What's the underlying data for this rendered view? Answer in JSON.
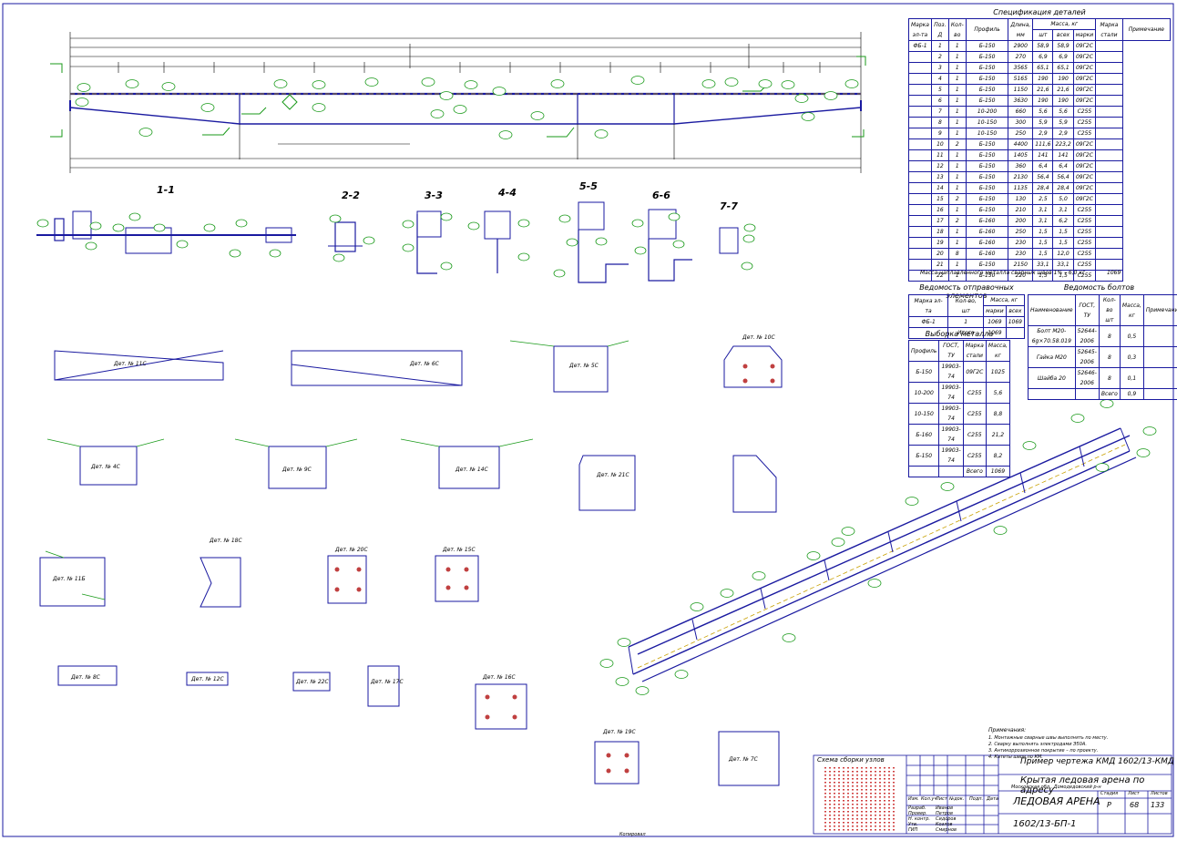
{
  "colors": {
    "line": "#1a1aa0",
    "thin": "#000000",
    "accent": "#1a9a1a",
    "hatch": "#d04040",
    "dash": "#c8a000"
  },
  "section_labels": [
    "1-1",
    "2-2",
    "3-3",
    "4-4",
    "5-5",
    "6-6",
    "7-7"
  ],
  "spec_table": {
    "title": "Спецификация деталей",
    "headers": [
      "Марка эл-та",
      "Поз. Д",
      "Кол-во",
      "Профиль",
      "Длина, мм",
      "Масса, кг",
      "Марка стали",
      "Примечание"
    ],
    "mass_sub": [
      "шт",
      "всех",
      "марки"
    ],
    "rows": [
      [
        "ФБ-1",
        "1",
        "1",
        "Б-150",
        "2900",
        "58,9",
        "58,9",
        "09Г2С"
      ],
      [
        "",
        "2",
        "1",
        "Б-150",
        "270",
        "6,9",
        "6,9",
        "09Г2С"
      ],
      [
        "",
        "3",
        "1",
        "Б-150",
        "3565",
        "65,1",
        "65,1",
        "09Г2С"
      ],
      [
        "",
        "4",
        "1",
        "Б-150",
        "5165",
        "190",
        "190",
        "09Г2С"
      ],
      [
        "",
        "5",
        "1",
        "Б-150",
        "1150",
        "21,6",
        "21,6",
        "09Г2С"
      ],
      [
        "",
        "6",
        "1",
        "Б-150",
        "3630",
        "190",
        "190",
        "09Г2С"
      ],
      [
        "",
        "7",
        "1",
        "10-200",
        "660",
        "5,6",
        "5,6",
        "С255"
      ],
      [
        "",
        "8",
        "1",
        "10-150",
        "300",
        "5,9",
        "5,9",
        "С255"
      ],
      [
        "",
        "9",
        "1",
        "10-150",
        "250",
        "2,9",
        "2,9",
        "С255"
      ],
      [
        "",
        "10",
        "2",
        "Б-150",
        "4400",
        "111,6",
        "223,2",
        "09Г2С"
      ],
      [
        "",
        "11",
        "1",
        "Б-150",
        "1405",
        "141",
        "141",
        "09Г2С"
      ],
      [
        "",
        "12",
        "1",
        "Б-150",
        "360",
        "6,4",
        "6,4",
        "09Г2С"
      ],
      [
        "",
        "13",
        "1",
        "Б-150",
        "2130",
        "56,4",
        "56,4",
        "09Г2С"
      ],
      [
        "",
        "14",
        "1",
        "Б-150",
        "1135",
        "28,4",
        "28,4",
        "09Г2С"
      ],
      [
        "",
        "15",
        "2",
        "Б-150",
        "130",
        "2,5",
        "5,0",
        "09Г2С"
      ],
      [
        "",
        "16",
        "1",
        "Б-150",
        "210",
        "3,1",
        "3,1",
        "С255"
      ],
      [
        "",
        "17",
        "2",
        "Б-160",
        "200",
        "3,1",
        "6,2",
        "С255"
      ],
      [
        "",
        "18",
        "1",
        "Б-160",
        "250",
        "1,5",
        "1,5",
        "С255"
      ],
      [
        "",
        "19",
        "1",
        "Б-160",
        "230",
        "1,5",
        "1,5",
        "С255"
      ],
      [
        "",
        "20",
        "8",
        "Б-160",
        "230",
        "1,5",
        "12,0",
        "С255"
      ],
      [
        "",
        "21",
        "1",
        "Б-150",
        "2150",
        "33,1",
        "33,1",
        "С255"
      ],
      [
        "",
        "22",
        "1",
        "Б-150",
        "220",
        "1,5",
        "1,5",
        "С255"
      ]
    ],
    "footnote": "Масса наплавленного металла сварных швов 1% – 6,0 кг",
    "total": "1069"
  },
  "elements_table": {
    "title": "Ведомость отправочных элементов",
    "headers": [
      "Марка эл-та",
      "Кол-во, шт",
      "Масса, кг"
    ],
    "sub": [
      "марки",
      "всех"
    ],
    "rows": [
      [
        "ФБ-1",
        "1",
        "1069",
        "1069"
      ],
      [
        "",
        "Итого",
        "1069",
        ""
      ]
    ]
  },
  "bolts_table": {
    "title": "Ведомость болтов",
    "headers": [
      "Наименование",
      "ГОСТ, ТУ",
      "Кол-во шт",
      "Масса, кг",
      "Примечание"
    ],
    "rows": [
      [
        "Болт М20-6g×70.58.019",
        "52644-2006",
        "8",
        "0,5",
        ""
      ],
      [
        "Гайка М20",
        "52645-2006",
        "8",
        "0,3",
        ""
      ],
      [
        "Шайба 20",
        "52646-2006",
        "8",
        "0,1",
        ""
      ],
      [
        "",
        "",
        "Всего",
        "0,9",
        ""
      ]
    ]
  },
  "profile_table": {
    "title": "Выборка металла",
    "headers": [
      "Профиль",
      "ГОСТ, ТУ",
      "Марка стали",
      "Масса, кг"
    ],
    "rows": [
      [
        "Б-150",
        "19903-74",
        "09Г2С",
        "1025"
      ],
      [
        "10-200",
        "19903-74",
        "С255",
        "5,6"
      ],
      [
        "10-150",
        "19903-74",
        "С255",
        "8,8"
      ],
      [
        "Б-160",
        "19903-74",
        "С255",
        "21,2"
      ],
      [
        "Б-150",
        "19903-74",
        "С255",
        "8,2"
      ],
      [
        "",
        "",
        "Всего",
        "1069"
      ]
    ]
  },
  "notes": {
    "title": "Примечания:",
    "lines": [
      "1. Монтажные сварные швы выполнять по месту.",
      "2. Сварку выполнять электродами Э50А.",
      "3. Антикоррозионное покрытие – по проекту.",
      "4. Катеты швов по КМ."
    ]
  },
  "title_block": {
    "code": "Пример чертежа КМД  1602/13-КМД",
    "object": "Крытая ледовая арена по адресу",
    "object_sub": "Московская обл., Домодедовский р-н",
    "sheet_name": "ЛЕДОВАЯ АРЕНА",
    "doc_num": "1602/13-БП-1",
    "stage_hdr": "Стадия",
    "sheet_hdr": "Лист",
    "sheets_hdr": "Листов",
    "stage": "Р",
    "sheet": "68",
    "sheets": "133",
    "roles": [
      "Разраб.",
      "Провер.",
      "Н. контр.",
      "Утв.",
      "ГИП"
    ],
    "names": [
      "Иванов",
      "Петров",
      "Сидоров",
      "Козлов",
      "Смирнов"
    ],
    "cols": [
      "Изм.",
      "Кол.уч",
      "Лист",
      "№док.",
      "Подп.",
      "Дата"
    ],
    "layout_label": "Схема сборки узлов"
  },
  "footer": "Копировал",
  "detail_labels": [
    "Дет. № 11С",
    "Дет. № 6С",
    "Дет. № 5С",
    "Дет. № 4С",
    "Дет. № 9С",
    "Дет. № 14С",
    "Дет. № 21С",
    "Дет. № 11Б",
    "Дет. № 18С",
    "Дет. № 20С",
    "Дет. № 15С",
    "Дет. № 8С",
    "Дет. № 12С",
    "Дет. № 22С",
    "Дет. № 17С",
    "Дет. № 16С",
    "Дет. № 19С",
    "Дет. № 7С",
    "Дет. № 10С"
  ]
}
